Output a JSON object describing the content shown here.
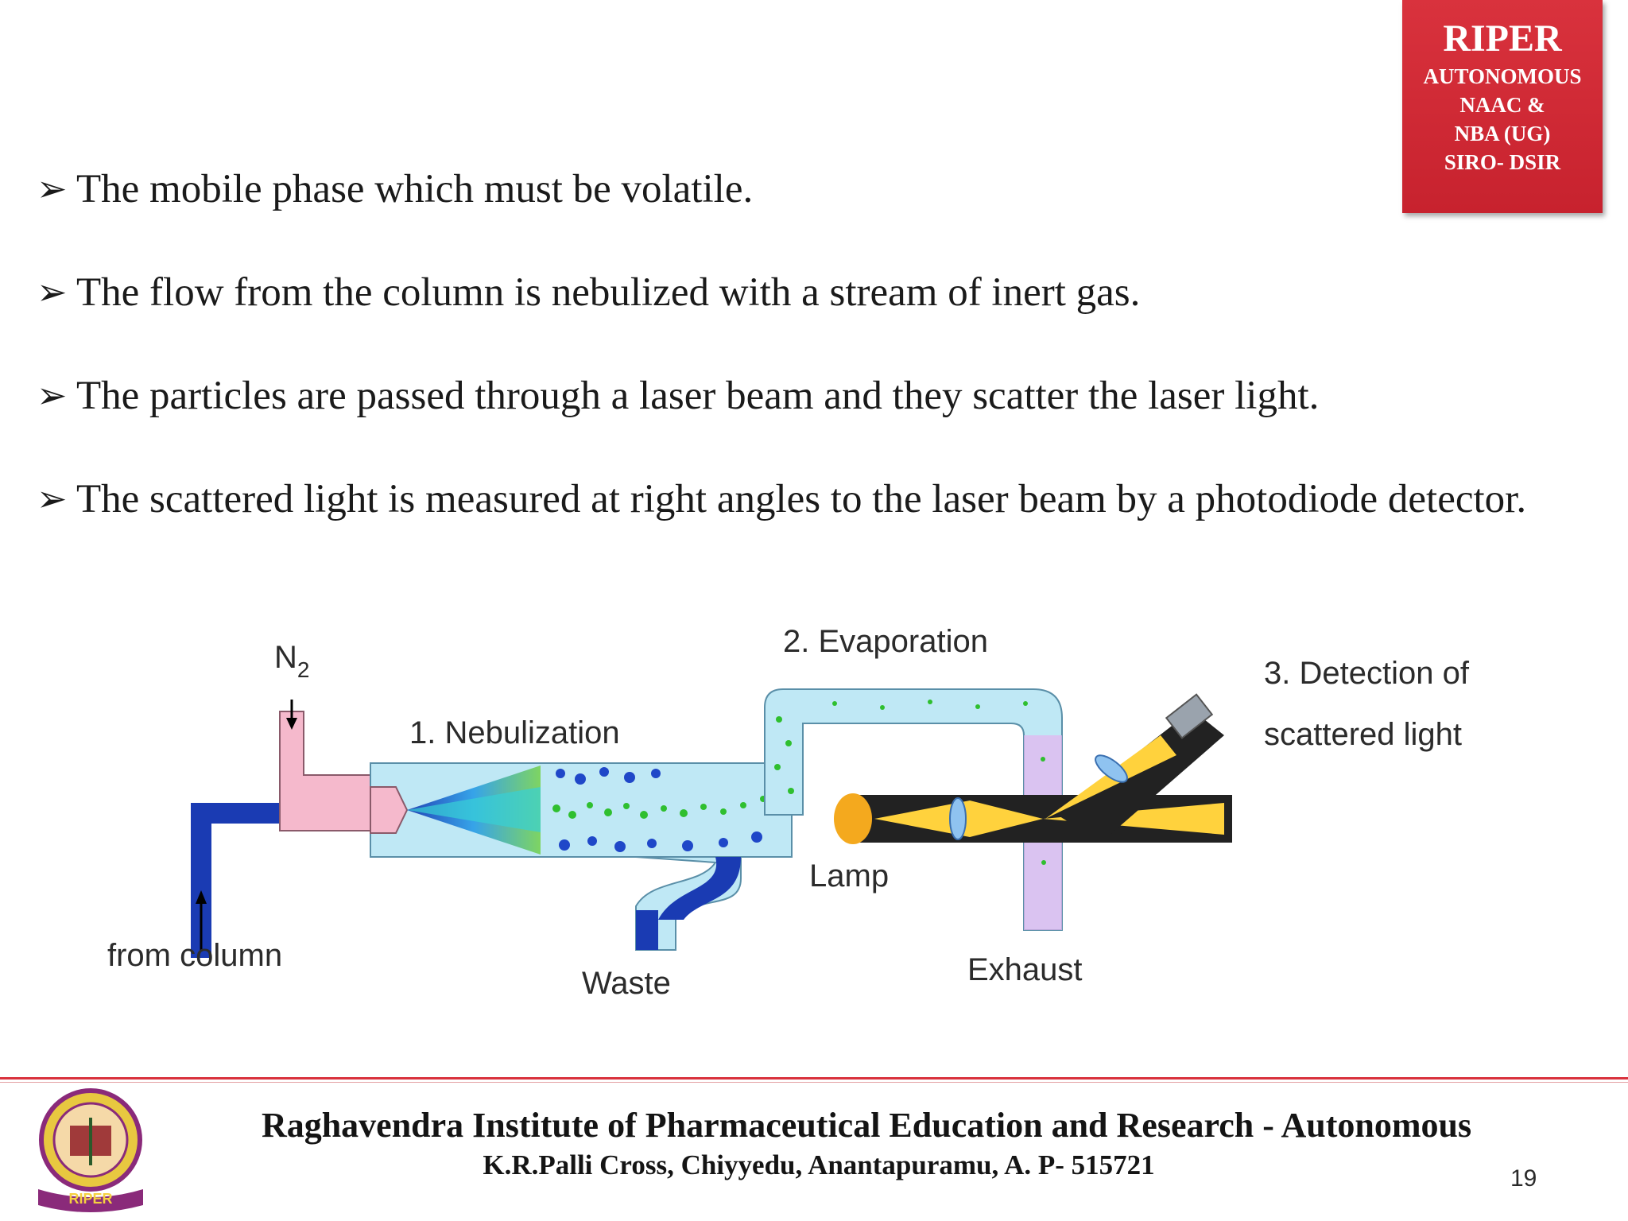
{
  "badge": {
    "title": "RIPER",
    "lines": [
      "AUTONOMOUS",
      "NAAC &",
      "NBA (UG)",
      "SIRO- DSIR"
    ]
  },
  "bullets": [
    "The mobile phase which must be volatile.",
    "The flow from the column is nebulized with a stream of inert gas.",
    "The particles are passed through a laser beam and they scatter the laser light.",
    "The scattered light is measured at right angles to the laser beam by a photodiode detector."
  ],
  "bullet_marker": "➢",
  "diagram": {
    "n2_label": "N",
    "n2_subscript": "2",
    "step1": "1. Nebulization",
    "step2": "2. Evaporation",
    "step3_line1": "3. Detection of",
    "step3_line2": "scattered light",
    "lamp": "Lamp",
    "from_column": "from column",
    "waste": "Waste",
    "exhaust": "Exhaust"
  },
  "footer": {
    "institution": "Raghavendra Institute of Pharmaceutical Education and Research - Autonomous",
    "address": "K.R.Palli Cross, Chiyyedu, Anantapuramu, A. P- 515721",
    "logo_text": "RIPER",
    "page_number": "19"
  },
  "colors": {
    "accent_red": "#d9323d",
    "tube_blue": "#1a3bb3",
    "chamber_light_blue": "#bfe8f5",
    "pink": "#f5b9cc",
    "lamp_orange": "#f4a91e",
    "beam_yellow": "#ffd23d",
    "droplet_green": "#2fbf2f",
    "droplet_blue": "#1f47c8"
  }
}
